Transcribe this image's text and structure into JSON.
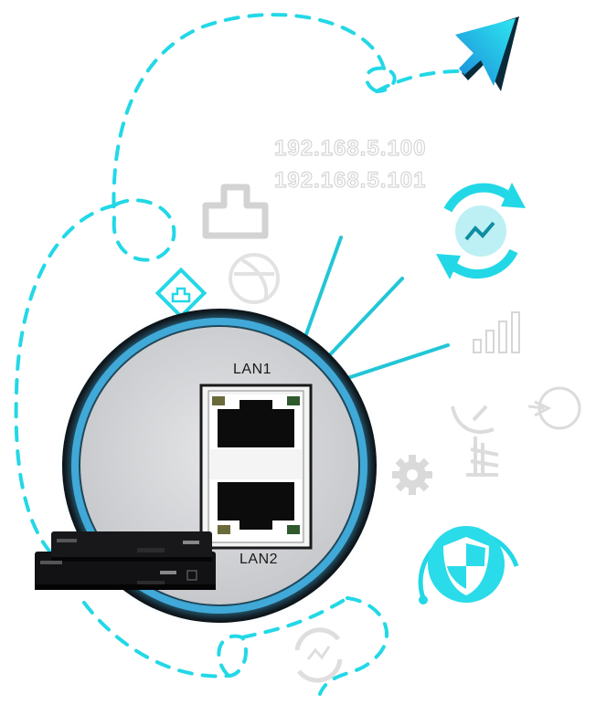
{
  "ports": {
    "lan1_label": "LAN1",
    "lan2_label": "LAN2"
  },
  "ip_addresses": {
    "line1": "192.168.5.100",
    "line2": "192.168.5.101"
  },
  "colors": {
    "accent_cyan": "#22d8e6",
    "ring_black": "#0b0b0d",
    "ring_glow": "#3fa9d8",
    "panel_grey": "#cfd1d4",
    "icon_grey": "#d3d3d3"
  },
  "icons": [
    "cursor-arrow-icon",
    "ethernet-port-icon",
    "network-port-icon",
    "sync-refresh-icon",
    "signal-bars-icon",
    "satellite-dish-icon",
    "globe-icon",
    "gear-icon",
    "shield-sync-icon",
    "small-sync-icon"
  ]
}
